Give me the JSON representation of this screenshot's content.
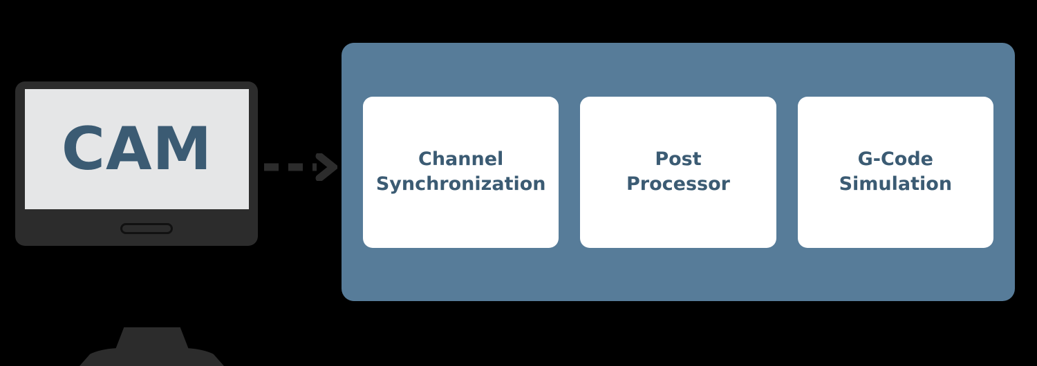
{
  "diagram": {
    "source": {
      "icon": "desktop-monitor-icon",
      "screen_label": "CAM"
    },
    "connector": {
      "icon": "dashed-arrow-right-icon",
      "style": "dashed",
      "direction": "right",
      "color": "#2c2c2c"
    },
    "panel": {
      "background_color": "#577c99",
      "cards": [
        {
          "label": "Channel\nSynchronization"
        },
        {
          "label": "Post\nProcessor"
        },
        {
          "label": "G-Code\nSimulation"
        }
      ]
    }
  },
  "colors": {
    "background": "#000000",
    "panel_blue": "#577c99",
    "text_blue": "#3b5b73",
    "monitor_dark": "#2c2c2c",
    "screen_gray": "#e5e6e7",
    "card_white": "#ffffff"
  }
}
